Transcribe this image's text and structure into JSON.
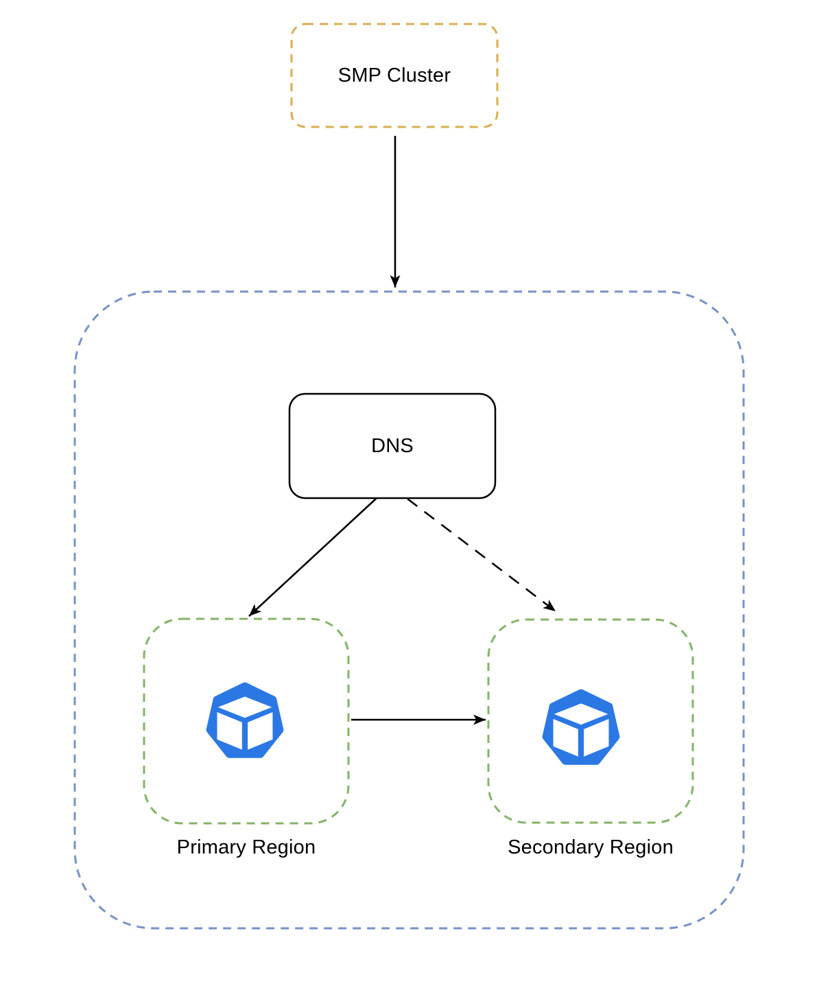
{
  "diagram": {
    "nodes": {
      "smp_cluster": {
        "label": "SMP Cluster",
        "border_color": "#D8AE4F",
        "border_style": "dashed"
      },
      "outer_container": {
        "label": "",
        "border_color": "#7692C5",
        "border_style": "dashed"
      },
      "dns": {
        "label": "DNS",
        "border_color": "#000000",
        "border_style": "solid"
      },
      "primary_region": {
        "label": "Primary Region",
        "border_color": "#82B366",
        "border_style": "dashed",
        "icon": "workload-cube-icon"
      },
      "secondary_region": {
        "label": "Secondary Region",
        "border_color": "#82B366",
        "border_style": "dashed",
        "icon": "workload-cube-icon"
      }
    },
    "icon_colors": {
      "workload_blue": "#2B78E4",
      "cube_face_white": "#ffffff"
    },
    "edges": [
      {
        "from": "smp_cluster",
        "to": "outer_container",
        "line": "solid",
        "arrowhead": "filled-black"
      },
      {
        "from": "dns",
        "to": "primary_region",
        "line": "solid",
        "arrowhead": "filled-black"
      },
      {
        "from": "dns",
        "to": "secondary_region",
        "line": "dashed",
        "arrowhead": "filled-black"
      },
      {
        "from": "primary_region",
        "to": "secondary_region",
        "line": "solid",
        "arrowhead": "filled-black"
      }
    ]
  }
}
